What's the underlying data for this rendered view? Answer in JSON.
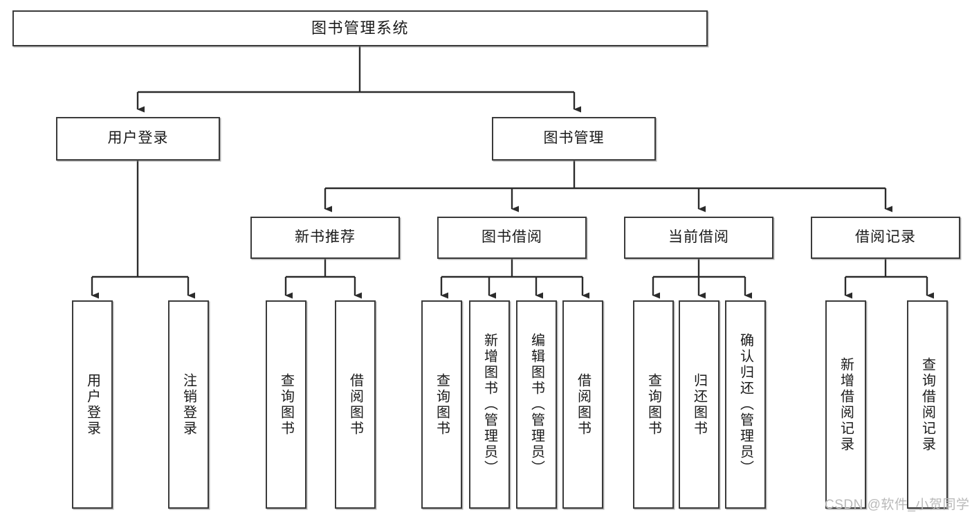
{
  "diagram": {
    "type": "hierarchy-tree",
    "title": "图书管理系统",
    "orientation": "top-down",
    "levels": 4,
    "colors": {
      "box_border": "#3a3a3a",
      "box_fill": "#ffffff",
      "connector": "#2b2b2b",
      "watermark": "#b9b9b9"
    }
  },
  "root": {
    "label": "图书管理系统"
  },
  "level2": [
    {
      "label": "用户登录"
    },
    {
      "label": "图书管理"
    }
  ],
  "level3": [
    {
      "label": "新书推荐"
    },
    {
      "label": "图书借阅"
    },
    {
      "label": "当前借阅"
    },
    {
      "label": "借阅记录"
    }
  ],
  "leaves": {
    "user_login": [
      {
        "label": "用户登录"
      },
      {
        "label": "注销登录"
      }
    ],
    "new_book_recommend": [
      {
        "label": "查询图书"
      },
      {
        "label": "借阅图书"
      }
    ],
    "book_borrow": [
      {
        "label": "查询图书"
      },
      {
        "label": "新增图书（管理员）"
      },
      {
        "label": "编辑图书（管理员）"
      },
      {
        "label": "借阅图书"
      }
    ],
    "current_borrow": [
      {
        "label": "查询图书"
      },
      {
        "label": "归还图书"
      },
      {
        "label": "确认归还（管理员）"
      }
    ],
    "borrow_record": [
      {
        "label": "新增借阅记录"
      },
      {
        "label": "查询借阅记录"
      }
    ]
  },
  "watermark": {
    "text": "CSDN @软件_小贺同学"
  }
}
